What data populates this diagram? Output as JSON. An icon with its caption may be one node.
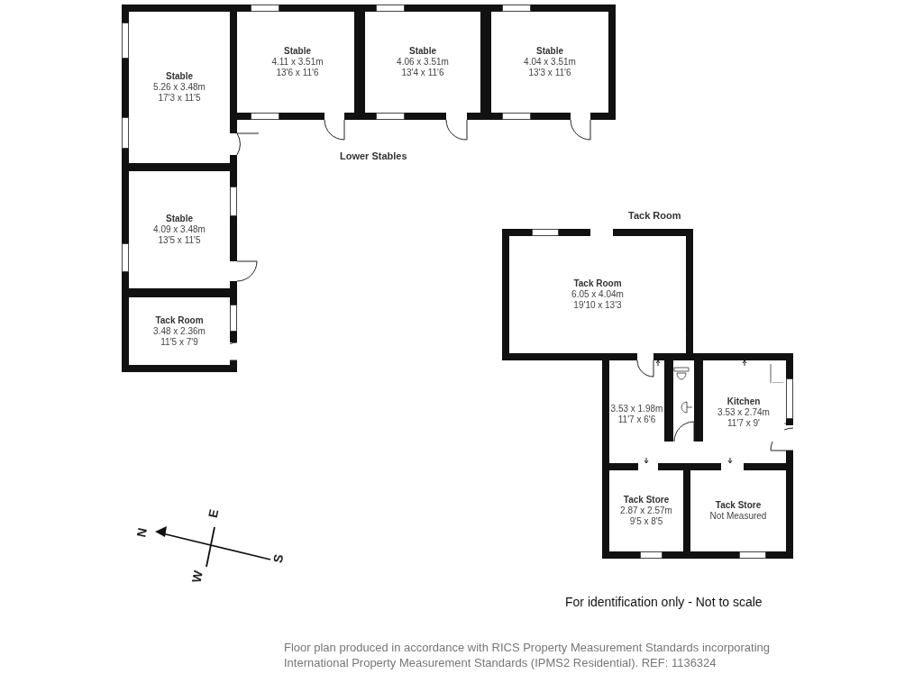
{
  "diagram": {
    "nodes": [
      {
        "text": [
          "Stable",
          "5.26 x 3.48m",
          "17'3 x 11'5"
        ]
      },
      {
        "text": [
          "Stable",
          "4.11 x 3.51m",
          "13'6 x 11'6"
        ]
      },
      {
        "text": [
          "Stable",
          "4.06 x 3.51m",
          "13'4 x 11'6"
        ]
      },
      {
        "text": [
          "Stable",
          "4.04 x 3.51m",
          "13'3 x 11'6"
        ]
      },
      {
        "text": [
          "Stable",
          "4.09 x 3.48m",
          "13'5 x 11'5"
        ]
      },
      {
        "text": [
          "Tack Room",
          "3.48 x 2.36m",
          "11'5 x 7'9"
        ]
      },
      {
        "text": [
          "Tack Room",
          "6.05 x 4.04m",
          "19'10 x 13'3"
        ]
      },
      {
        "text": [
          "3.53 x 1.98m",
          "11'7 x 6'6"
        ]
      },
      {
        "text": [
          "Kitchen",
          "3.53 x 2.74m",
          "11'7 x 9'"
        ]
      },
      {
        "text": [
          "Tack Store",
          "2.87 x 2.57m",
          "9'5 x 8'5"
        ]
      },
      {
        "text": [
          "Tack Store",
          "Not Measured"
        ]
      }
    ],
    "labels": [
      "Lower Stables",
      "Tack Room",
      "N",
      "E",
      "S",
      "W",
      "For identification only - Not to scale",
      "Floor plan produced in accordance with RICS Property Measurement Standards incorporating International Property Measurement Standards (IPMS2 Residential). REF: 1136324"
    ]
  }
}
